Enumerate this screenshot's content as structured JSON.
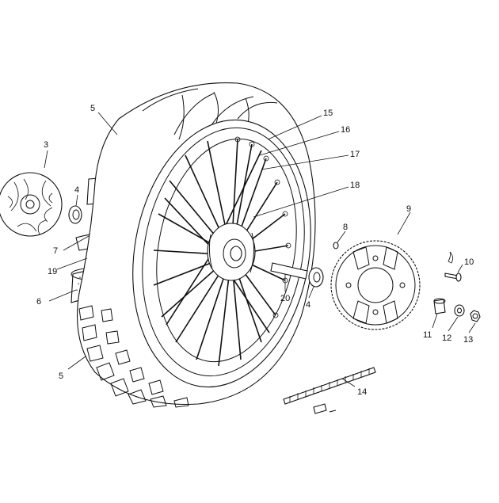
{
  "callouts": [
    {
      "id": "c5a",
      "label": "5"
    },
    {
      "id": "c15",
      "label": "15"
    },
    {
      "id": "c16",
      "label": "16"
    },
    {
      "id": "c17",
      "label": "17"
    },
    {
      "id": "c18",
      "label": "18"
    },
    {
      "id": "c3",
      "label": "3"
    },
    {
      "id": "c4a",
      "label": "4"
    },
    {
      "id": "c9",
      "label": "9"
    },
    {
      "id": "c8",
      "label": "8"
    },
    {
      "id": "c10",
      "label": "10"
    },
    {
      "id": "c7",
      "label": "7"
    },
    {
      "id": "c19",
      "label": "19"
    },
    {
      "id": "c6",
      "label": "6"
    },
    {
      "id": "c20",
      "label": "20"
    },
    {
      "id": "c4b",
      "label": "4"
    },
    {
      "id": "c11",
      "label": "11"
    },
    {
      "id": "c12",
      "label": "12"
    },
    {
      "id": "c13",
      "label": "13"
    },
    {
      "id": "c5b",
      "label": "5"
    },
    {
      "id": "c14",
      "label": "14"
    }
  ]
}
